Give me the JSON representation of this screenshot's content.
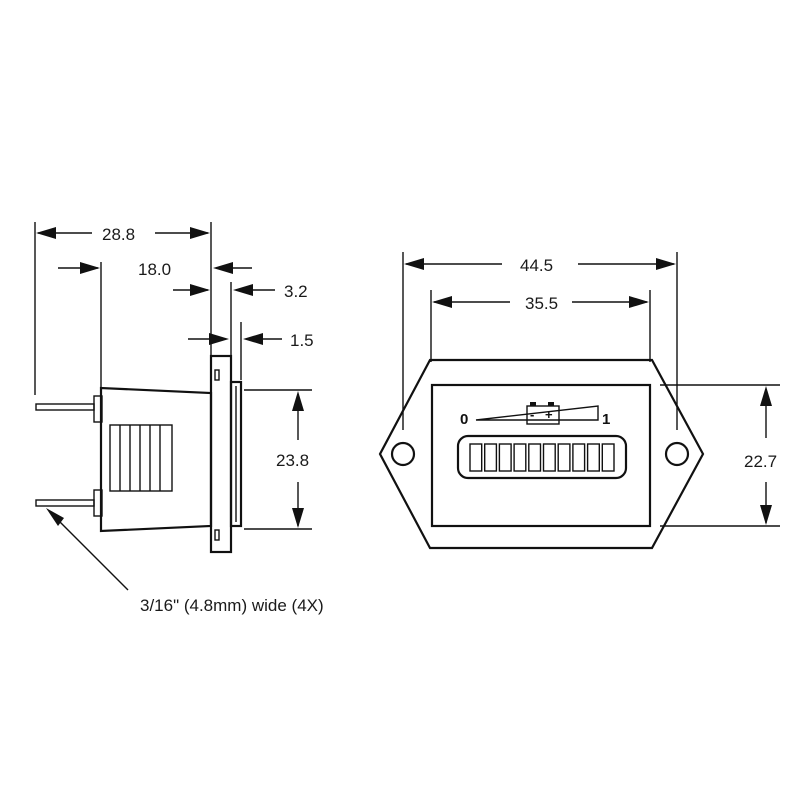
{
  "side_view": {
    "dims": {
      "overall_depth": "28.8",
      "body_depth": "18.0",
      "flange_thickness": "3.2",
      "lens_thickness": "1.5",
      "body_height": "23.8"
    },
    "terminal_note": "3/16\" (4.8mm) wide (4X)"
  },
  "front_view": {
    "dims": {
      "mounting_hole_spacing": "44.5",
      "display_width": "35.5",
      "display_height": "22.7"
    },
    "scale_min": "0",
    "scale_max": "1",
    "battery_symbol": {
      "minus": "-",
      "plus": "+"
    },
    "bar_segments": 10
  }
}
